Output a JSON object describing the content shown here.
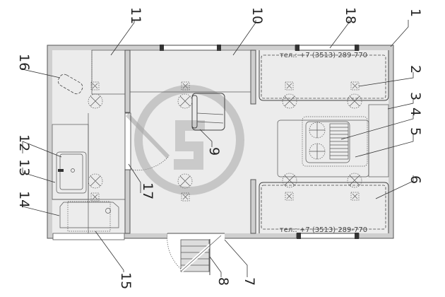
{
  "title": "Floor plan of modular cabin",
  "phone_text": "тел.: +7 (3513) 289-770",
  "callouts": {
    "c1": "1",
    "c2": "2",
    "c3": "3",
    "c4": "4",
    "c5": "5",
    "c6": "6",
    "c7": "7",
    "c8": "8",
    "c9": "9",
    "c10": "10",
    "c11": "11",
    "c12": "12",
    "c13": "13",
    "c14": "14",
    "c15": "15",
    "c16": "16",
    "c17": "17",
    "c18": "18"
  },
  "colors": {
    "wall": "#cfcfcf",
    "floor": "#ececec",
    "watermark": "#bdbdbd",
    "line": "#444444"
  }
}
